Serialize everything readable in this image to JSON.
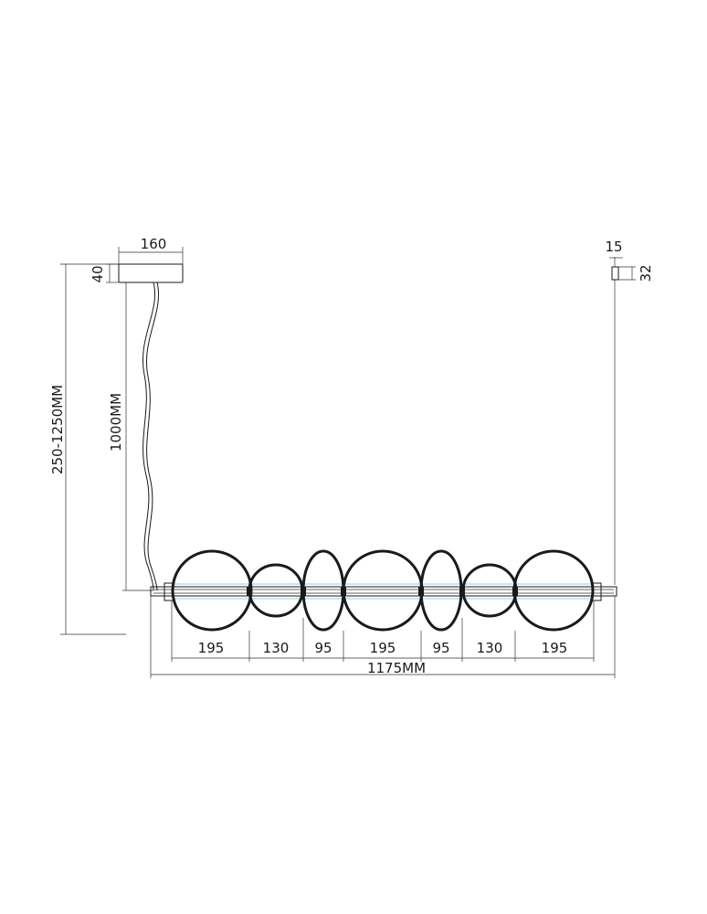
{
  "diagram": {
    "canopy": {
      "width_label": "160",
      "height_label": "40"
    },
    "cable": {
      "length_label": "1000MM"
    },
    "overall_height_label": "250-1250MM",
    "end_detail": {
      "width_label": "15",
      "height_label": "32"
    },
    "segments": [
      "195",
      "130",
      "95",
      "195",
      "95",
      "130",
      "195"
    ],
    "total_length_label": "1175MM",
    "colors": {
      "line": "#1a1a1a",
      "glass_tint": "#a9d6e8"
    }
  }
}
